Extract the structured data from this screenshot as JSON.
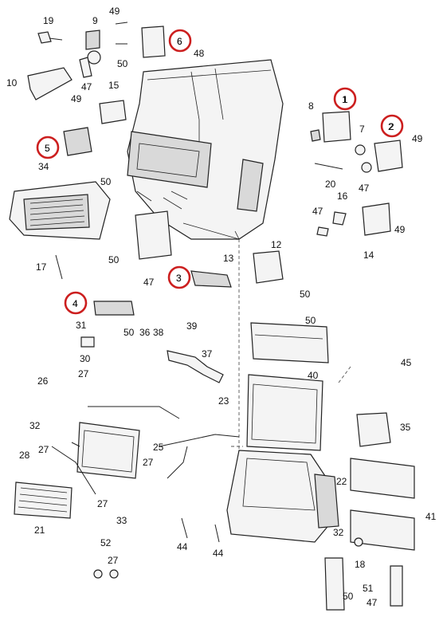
{
  "diagram": {
    "part_labels": [
      "19",
      "9",
      "49",
      "6",
      "48",
      "50",
      "10",
      "47",
      "15",
      "49",
      "1",
      "8",
      "7",
      "2",
      "49",
      "5",
      "34",
      "50",
      "20",
      "47",
      "16",
      "47",
      "49",
      "14",
      "17",
      "50",
      "13",
      "12",
      "47",
      "3",
      "50",
      "4",
      "50",
      "31",
      "50",
      "36",
      "38",
      "39",
      "37",
      "45",
      "30",
      "40",
      "26",
      "27",
      "23",
      "32",
      "35",
      "28",
      "27",
      "25",
      "27",
      "22",
      "41",
      "21",
      "27",
      "33",
      "32",
      "44",
      "44",
      "18",
      "52",
      "27",
      "51",
      "50",
      "47"
    ],
    "highlighted_callouts": [
      "1",
      "2",
      "3",
      "4",
      "5",
      "6"
    ],
    "highlight_color": "#cc1f1f"
  }
}
